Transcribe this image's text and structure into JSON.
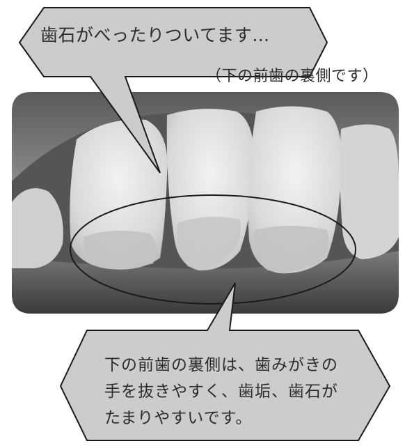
{
  "callout_top": {
    "text": "歯石がべったりついてます…"
  },
  "subtitle": "（下の前歯の裏側です）",
  "callout_bottom": {
    "lines": [
      "下の前歯の裏側は、歯みがきの",
      "手を抜きやすく、歯垢、歯石が",
      "たまりやすいです。"
    ]
  },
  "colors": {
    "bubble_fill": "#cccccc",
    "bubble_stroke": "#1a1a1a",
    "photo_bg": "#4a4a4a",
    "tooth": "#e6e6e6",
    "gum": "#6e6e6e",
    "text": "#2b2b2b"
  }
}
